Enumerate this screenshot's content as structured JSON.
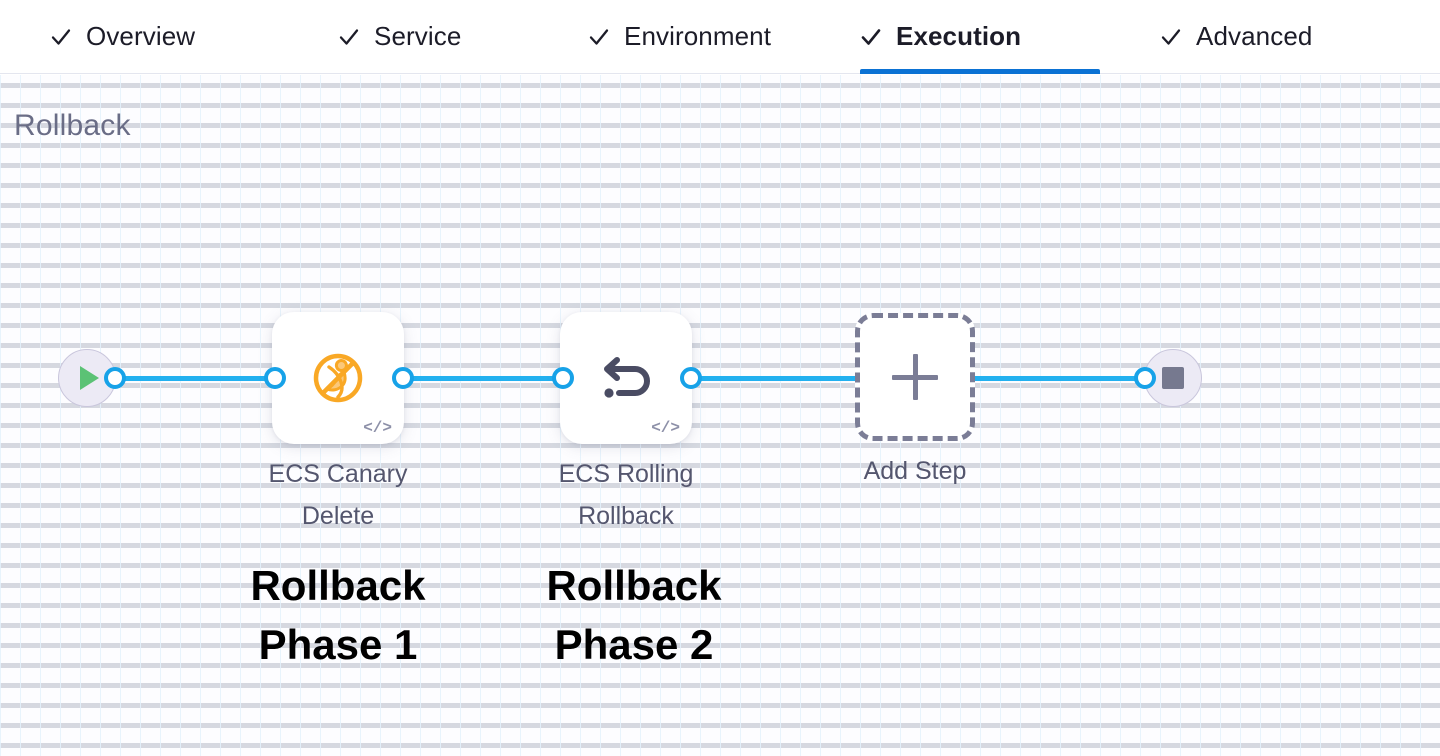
{
  "tabs": [
    {
      "label": "Overview",
      "icon": "check-icon",
      "active": false
    },
    {
      "label": "Service",
      "icon": "check-icon",
      "active": false
    },
    {
      "label": "Environment",
      "icon": "check-icon",
      "active": false
    },
    {
      "label": "Execution",
      "icon": "check-icon",
      "active": true
    },
    {
      "label": "Advanced",
      "icon": "check-icon",
      "active": false
    }
  ],
  "section": {
    "title": "Rollback"
  },
  "pipeline": {
    "start_node": {
      "icon": "play-icon",
      "name": "pipeline-start"
    },
    "end_node": {
      "icon": "stop-icon",
      "name": "pipeline-end"
    },
    "steps": [
      {
        "label": "ECS Canary\nDelete",
        "icon": "canary-delete-icon",
        "badge": "</>",
        "annotation": "Rollback\nPhase 1"
      },
      {
        "label": "ECS Rolling\nRollback",
        "icon": "rollback-undo-icon",
        "badge": "</>",
        "annotation": "Rollback\nPhase 2"
      }
    ],
    "add_step": {
      "label": "Add Step",
      "icon": "plus-icon"
    }
  },
  "colors": {
    "accent_blue": "#0b72d4",
    "wire_blue": "#22b0ef",
    "canary_orange": "#f9a825",
    "rollback_gray": "#54566e",
    "start_green": "#5bc275",
    "stop_gray": "#76798f",
    "title_gray": "#6a6d86"
  }
}
